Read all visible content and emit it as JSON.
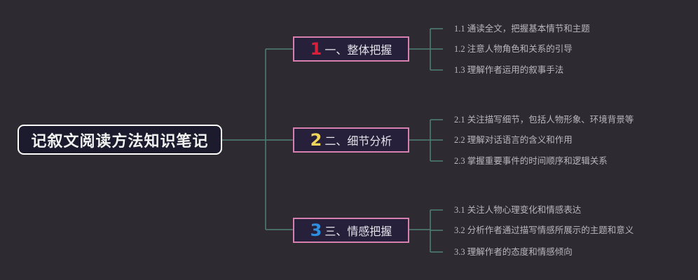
{
  "root": {
    "title": "记叙文阅读方法知识笔记"
  },
  "colors": {
    "background": "#2d2a31",
    "connector": "#4f7f78",
    "branch_border": "#d77fae",
    "num1": "#d9203a",
    "num2": "#f2d65a",
    "num3": "#2d8fe0"
  },
  "branches": [
    {
      "number": "1",
      "label": "一、整体把握",
      "items": [
        "1.1 通读全文，把握基本情节和主题",
        "1.2 注意人物角色和关系的引导",
        "1.3 理解作者运用的叙事手法"
      ]
    },
    {
      "number": "2",
      "label": "二、细节分析",
      "items": [
        "2.1 关注描写细节，包括人物形象、环境背景等",
        "2.2 理解对话语言的含义和作用",
        "2.3 掌握重要事件的时间顺序和逻辑关系"
      ]
    },
    {
      "number": "3",
      "label": "三、情感把握",
      "items": [
        "3.1 关注人物心理变化和情感表达",
        "3.2 分析作者通过描写情感所展示的主题和意义",
        "3.3 理解作者的态度和情感倾向"
      ]
    }
  ]
}
